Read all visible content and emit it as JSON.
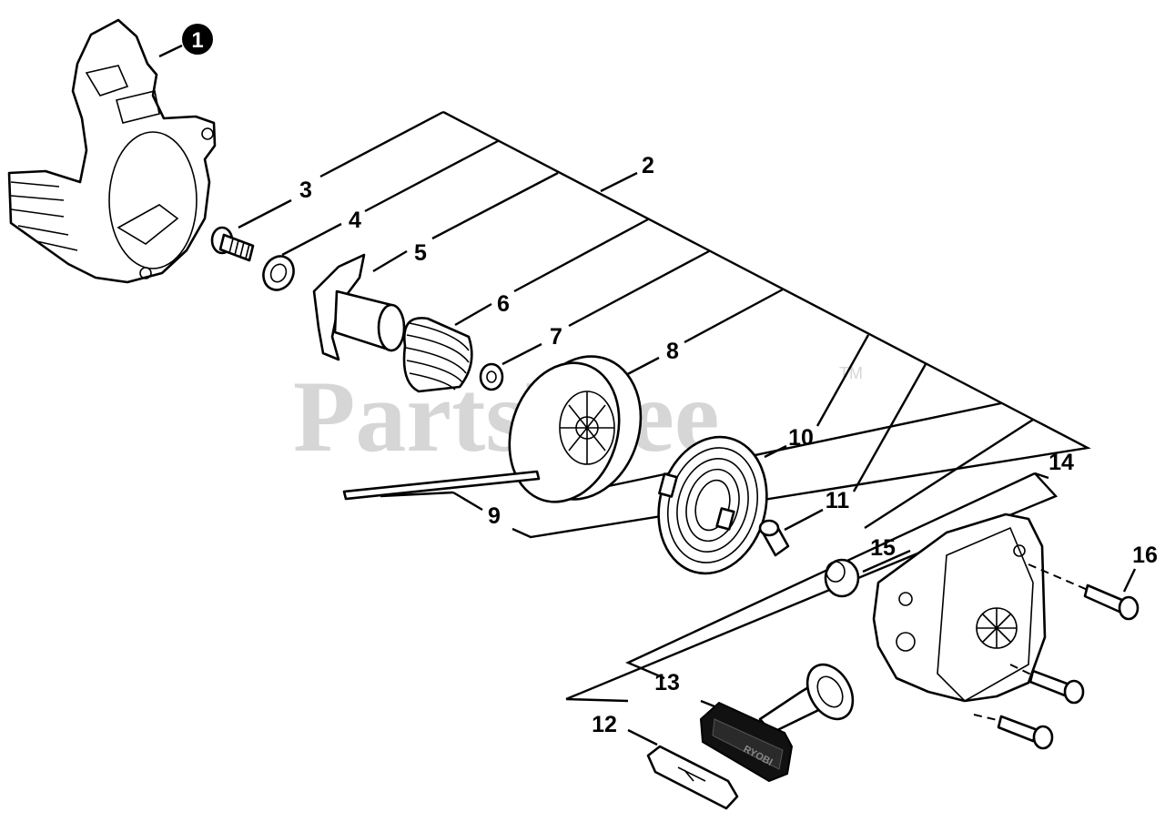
{
  "diagram": {
    "watermark": "PartsTree",
    "trademark": "TM",
    "handle_text": "RYOBI",
    "callouts": [
      {
        "id": "1",
        "label": "1"
      },
      {
        "id": "2",
        "label": "2"
      },
      {
        "id": "3",
        "label": "3"
      },
      {
        "id": "4",
        "label": "4"
      },
      {
        "id": "5",
        "label": "5"
      },
      {
        "id": "6",
        "label": "6"
      },
      {
        "id": "7",
        "label": "7"
      },
      {
        "id": "8",
        "label": "8"
      },
      {
        "id": "9",
        "label": "9"
      },
      {
        "id": "10",
        "label": "10"
      },
      {
        "id": "11",
        "label": "11"
      },
      {
        "id": "12",
        "label": "12"
      },
      {
        "id": "13",
        "label": "13"
      },
      {
        "id": "14",
        "label": "14"
      },
      {
        "id": "15",
        "label": "15"
      },
      {
        "id": "16",
        "label": "16"
      }
    ],
    "parts": [
      {
        "id": "fan-housing",
        "icon": "fan-housing-icon"
      },
      {
        "id": "screw",
        "icon": "screw-icon"
      },
      {
        "id": "washer",
        "icon": "washer-icon"
      },
      {
        "id": "pawl-shaft",
        "icon": "pawl-shaft-icon"
      },
      {
        "id": "spring",
        "icon": "coil-spring-icon"
      },
      {
        "id": "small-washer",
        "icon": "washer-icon"
      },
      {
        "id": "pulley",
        "icon": "pulley-icon"
      },
      {
        "id": "rope",
        "icon": "rope-icon"
      },
      {
        "id": "recoil-spring",
        "icon": "recoil-spring-icon"
      },
      {
        "id": "bushing",
        "icon": "bushing-icon"
      },
      {
        "id": "grommet",
        "icon": "grommet-icon"
      },
      {
        "id": "starter-cover",
        "icon": "starter-cover-icon"
      },
      {
        "id": "handle",
        "icon": "starter-handle-icon"
      },
      {
        "id": "handle-insert",
        "icon": "handle-insert-icon"
      },
      {
        "id": "cover-screws",
        "icon": "screw-icon"
      }
    ]
  }
}
